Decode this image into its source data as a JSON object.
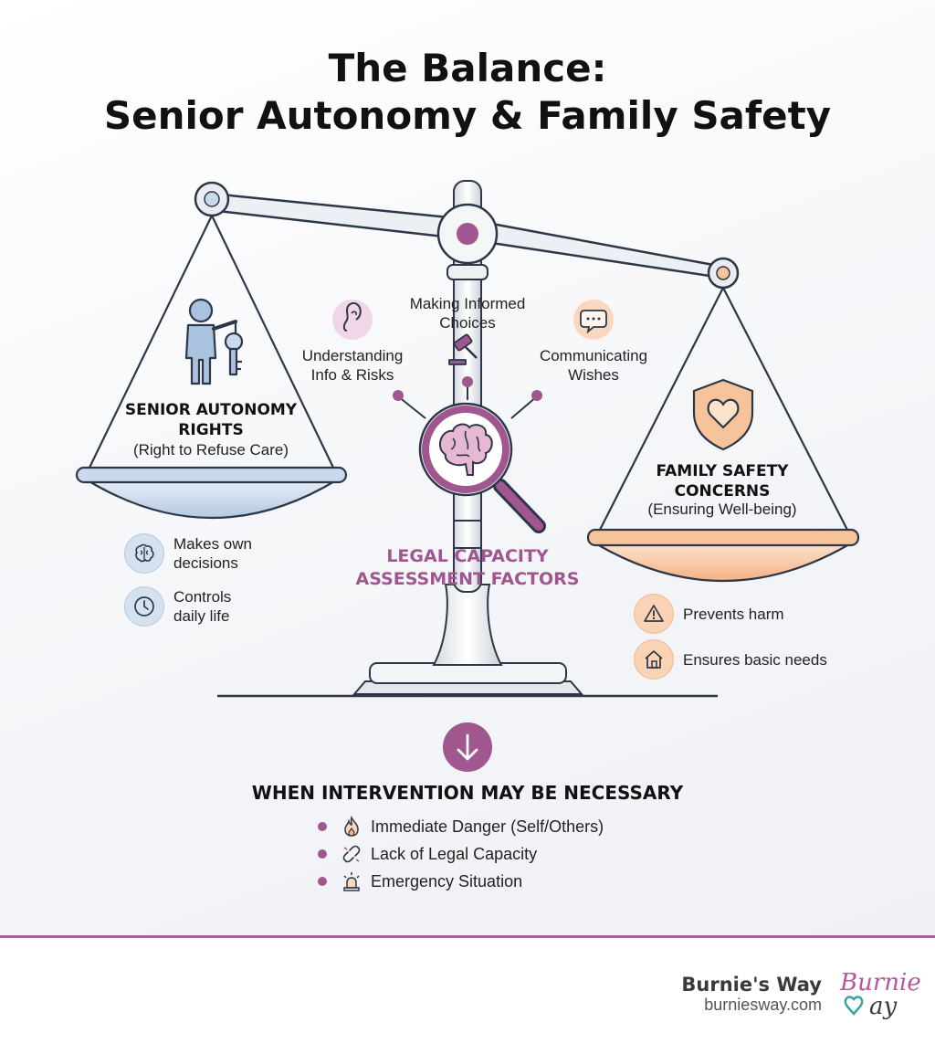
{
  "title": {
    "line1": "The Balance:",
    "line2": "Senior Autonomy & Family Safety"
  },
  "left_pan": {
    "title_line1": "SENIOR AUTONOMY",
    "title_line2": "RIGHTS",
    "subtitle": "(Right to Refuse Care)",
    "items": [
      {
        "line1": "Makes own",
        "line2": "decisions",
        "icon": "brain-icon"
      },
      {
        "line1": "Controls",
        "line2": "daily life",
        "icon": "clock-icon"
      }
    ]
  },
  "right_pan": {
    "title_line1": "FAMILY SAFETY",
    "title_line2": "CONCERNS",
    "subtitle": "(Ensuring Well-being)",
    "items": [
      {
        "label": "Prevents harm",
        "icon": "warning-icon"
      },
      {
        "label": "Ensures basic needs",
        "icon": "home-icon"
      }
    ]
  },
  "factors": {
    "understanding": {
      "line1": "Understanding",
      "line2": "Info & Risks",
      "icon": "ear-icon"
    },
    "informed": {
      "line1": "Making Informed",
      "line2": "Choices",
      "icon": "gavel-icon"
    },
    "communicating": {
      "line1": "Communicating",
      "line2": "Wishes",
      "icon": "speech-bubble-icon"
    }
  },
  "legal": {
    "line1": "LEGAL CAPACITY",
    "line2": "ASSESSMENT FACTORS"
  },
  "intervention": {
    "title": "WHEN INTERVENTION MAY BE NECESSARY",
    "items": [
      {
        "label": "Immediate Danger (Self/Others)",
        "icon": "flame-icon"
      },
      {
        "label": "Lack of Legal Capacity",
        "icon": "broken-link-icon"
      },
      {
        "label": "Emergency Situation",
        "icon": "alarm-icon"
      }
    ]
  },
  "brand": {
    "name": "Burnie's Way",
    "url": "burniesway.com",
    "logo_text": "Burnie Way"
  },
  "colors": {
    "accent": "#a0578f",
    "left_pan": "#c9d9ec",
    "right_pan": "#f6c39b",
    "dark_line": "#2d3748"
  }
}
